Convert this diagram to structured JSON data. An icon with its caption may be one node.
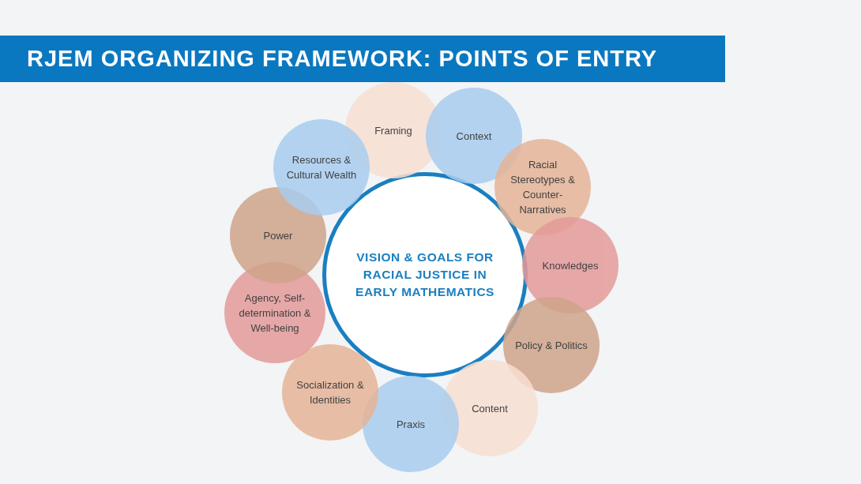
{
  "diagram": {
    "title": "RJEM ORGANIZING FRAMEWORK: POINTS OF ENTRY",
    "nodes": [
      {
        "text": [
          "VISION & GOALS FOR RACIAL JUSTICE IN EARLY MATHEMATICS"
        ]
      },
      {
        "text": [
          "Framing"
        ]
      },
      {
        "text": [
          "Context"
        ]
      },
      {
        "text": [
          "Racial Stereotypes & Counter-Narratives"
        ]
      },
      {
        "text": [
          "Knowledges"
        ]
      },
      {
        "text": [
          "Policy & Politics"
        ]
      },
      {
        "text": [
          "Content"
        ]
      },
      {
        "text": [
          "Praxis"
        ]
      },
      {
        "text": [
          "Socialization & Identities"
        ]
      },
      {
        "text": [
          "Agency, Self-determination & Well-being"
        ]
      },
      {
        "text": [
          "Power"
        ]
      },
      {
        "text": [
          "Resources & Cultural Wealth"
        ]
      }
    ],
    "edges": []
  }
}
